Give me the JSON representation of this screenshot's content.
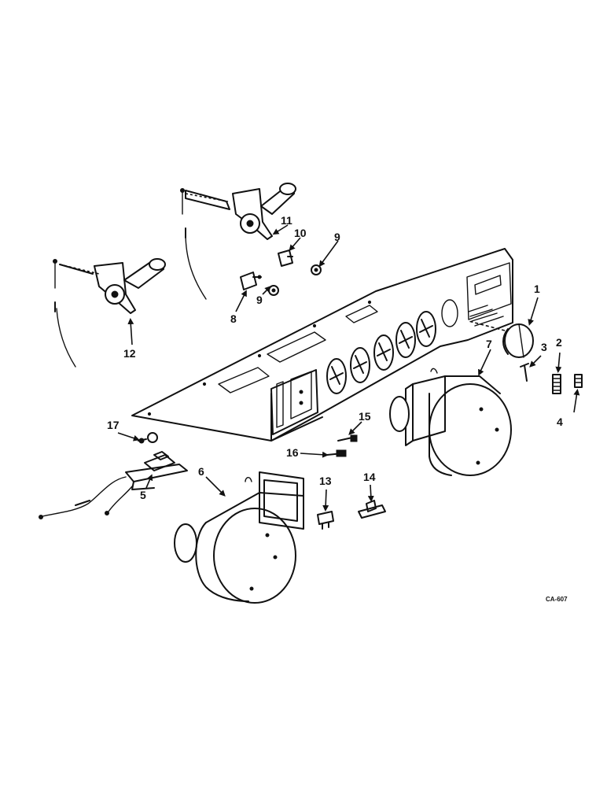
{
  "callouts": {
    "c1": "1",
    "c2": "2",
    "c3": "3",
    "c4": "4",
    "c5": "5",
    "c6": "6",
    "c7": "7",
    "c8": "8",
    "c9a": "9",
    "c9b": "9",
    "c10": "10",
    "c11": "11",
    "c12": "12",
    "c13": "13",
    "c14": "14",
    "c15": "15",
    "c16": "16",
    "c17": "17"
  },
  "figure_code": "CA-607"
}
